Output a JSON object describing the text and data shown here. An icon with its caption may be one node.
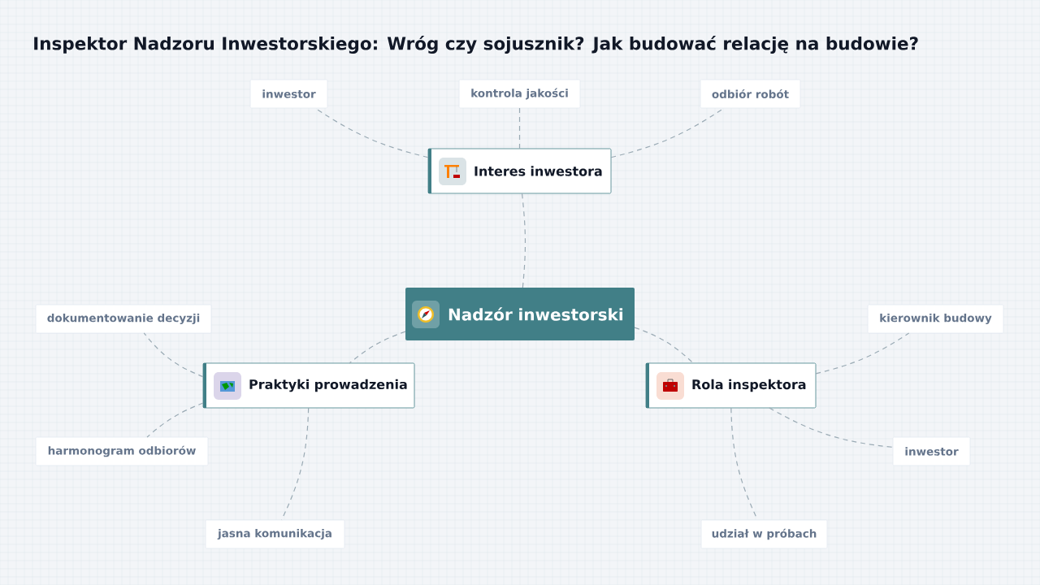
{
  "diagram": {
    "title": "Inspektor Nadzoru Inwestorskiego: Wróg czy sojusznik? Jak budować relację na budowie?",
    "nodes": [
      {
        "text": [
          "Nadzór inwestorski"
        ]
      },
      {
        "text": [
          "Interes inwestora"
        ]
      },
      {
        "text": [
          "inwestor"
        ]
      },
      {
        "text": [
          "kontrola jakości"
        ]
      },
      {
        "text": [
          "odbiór robót"
        ]
      },
      {
        "text": [
          "Praktyki prowadzenia"
        ]
      },
      {
        "text": [
          "dokumentowanie decyzji"
        ]
      },
      {
        "text": [
          "harmonogram odbiorów"
        ]
      },
      {
        "text": [
          "jasna komunikacja"
        ]
      },
      {
        "text": [
          "Rola inspektora"
        ]
      },
      {
        "text": [
          "kierownik budowy"
        ]
      },
      {
        "text": [
          "inwestor"
        ]
      },
      {
        "text": [
          "udział w próbach"
        ]
      }
    ],
    "edges": [
      {
        "from": 0,
        "to": 1,
        "arrow": "none",
        "style": "dashed"
      },
      {
        "from": 1,
        "to": 2,
        "arrow": "none",
        "style": "dashed"
      },
      {
        "from": 1,
        "to": 3,
        "arrow": "none",
        "style": "dashed"
      },
      {
        "from": 1,
        "to": 4,
        "arrow": "none",
        "style": "dashed"
      },
      {
        "from": 0,
        "to": 5,
        "arrow": "none",
        "style": "dashed"
      },
      {
        "from": 5,
        "to": 6,
        "arrow": "none",
        "style": "dashed"
      },
      {
        "from": 5,
        "to": 7,
        "arrow": "none",
        "style": "dashed"
      },
      {
        "from": 5,
        "to": 8,
        "arrow": "none",
        "style": "dashed"
      },
      {
        "from": 0,
        "to": 9,
        "arrow": "none",
        "style": "dashed"
      },
      {
        "from": 9,
        "to": 10,
        "arrow": "none",
        "style": "dashed"
      },
      {
        "from": 9,
        "to": 11,
        "arrow": "none",
        "style": "dashed"
      },
      {
        "from": 9,
        "to": 12,
        "arrow": "none",
        "style": "dashed"
      }
    ]
  }
}
